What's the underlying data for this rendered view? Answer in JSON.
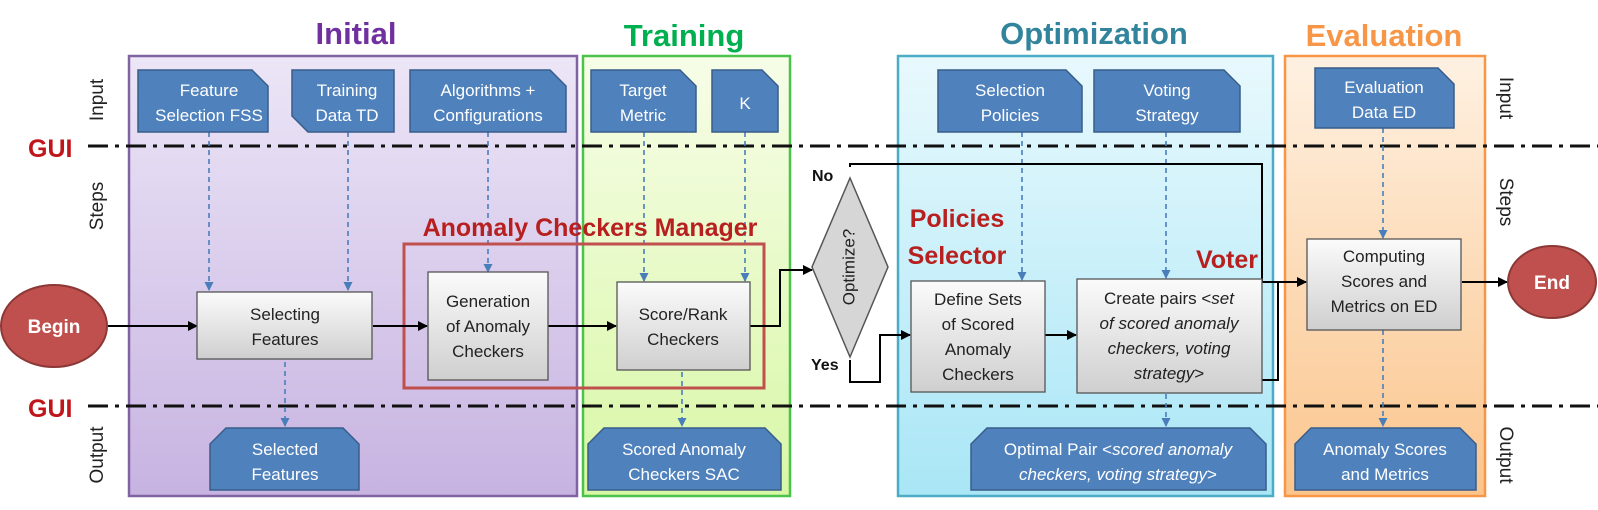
{
  "phases": {
    "initial": "Initial",
    "training": "Training",
    "optimization": "Optimization",
    "evaluation": "Evaluation"
  },
  "side_labels": {
    "gui_top": "GUI",
    "gui_bottom": "GUI",
    "input_left": "Input",
    "steps_left": "Steps",
    "output_left": "Output",
    "input_right": "Input",
    "steps_right": "Steps",
    "output_right": "Output"
  },
  "inputs": {
    "feature_selection": [
      "Feature",
      "Selection FSS"
    ],
    "training_data": [
      "Training",
      "Data TD"
    ],
    "algorithms": [
      "Algorithms +",
      "Configurations"
    ],
    "target_metric": [
      "Target",
      "Metric"
    ],
    "k": [
      "K"
    ],
    "selection_policies": [
      "Selection",
      "Policies"
    ],
    "voting_strategy": [
      "Voting",
      "Strategy"
    ],
    "evaluation_data": [
      "Evaluation",
      "Data ED"
    ]
  },
  "steps": {
    "begin": "Begin",
    "end": "End",
    "selecting_features": [
      "Selecting",
      "Features"
    ],
    "generation": [
      "Generation",
      "of Anomaly",
      "Checkers"
    ],
    "score_rank": [
      "Score/Rank",
      "Checkers"
    ],
    "optimize": "Optimize?",
    "no": "No",
    "yes": "Yes",
    "define_sets": [
      "Define Sets",
      "of Scored",
      "Anomaly",
      "Checkers"
    ],
    "create_pairs": [
      "Create pairs <",
      "set",
      "of scored anomaly",
      "checkers, voting",
      "strategy",
      ">"
    ],
    "computing": [
      "Computing",
      "Scores and",
      "Metrics on ED"
    ]
  },
  "modules": {
    "manager": "Anomaly Checkers Manager",
    "policies_selector": [
      "Policies",
      "Selector"
    ],
    "voter": "Voter"
  },
  "outputs": {
    "selected_features": [
      "Selected",
      "Features"
    ],
    "scored_checkers": [
      "Scored Anomaly",
      "Checkers SAC"
    ],
    "optimal_pair": [
      "Optimal Pair <",
      "scored anomaly",
      "checkers, voting strategy",
      ">"
    ],
    "anomaly_scores": [
      "Anomaly Scores",
      "and Metrics"
    ]
  },
  "colors": {
    "initial_title": "#7030a0",
    "training_title": "#00b050",
    "optimization_title": "#31849b",
    "evaluation_title": "#f79646",
    "io_fill": "#4f81bd",
    "begin_end_fill": "#c0504d",
    "gui_red": "#c0161b",
    "module_red": "#b7201f"
  }
}
